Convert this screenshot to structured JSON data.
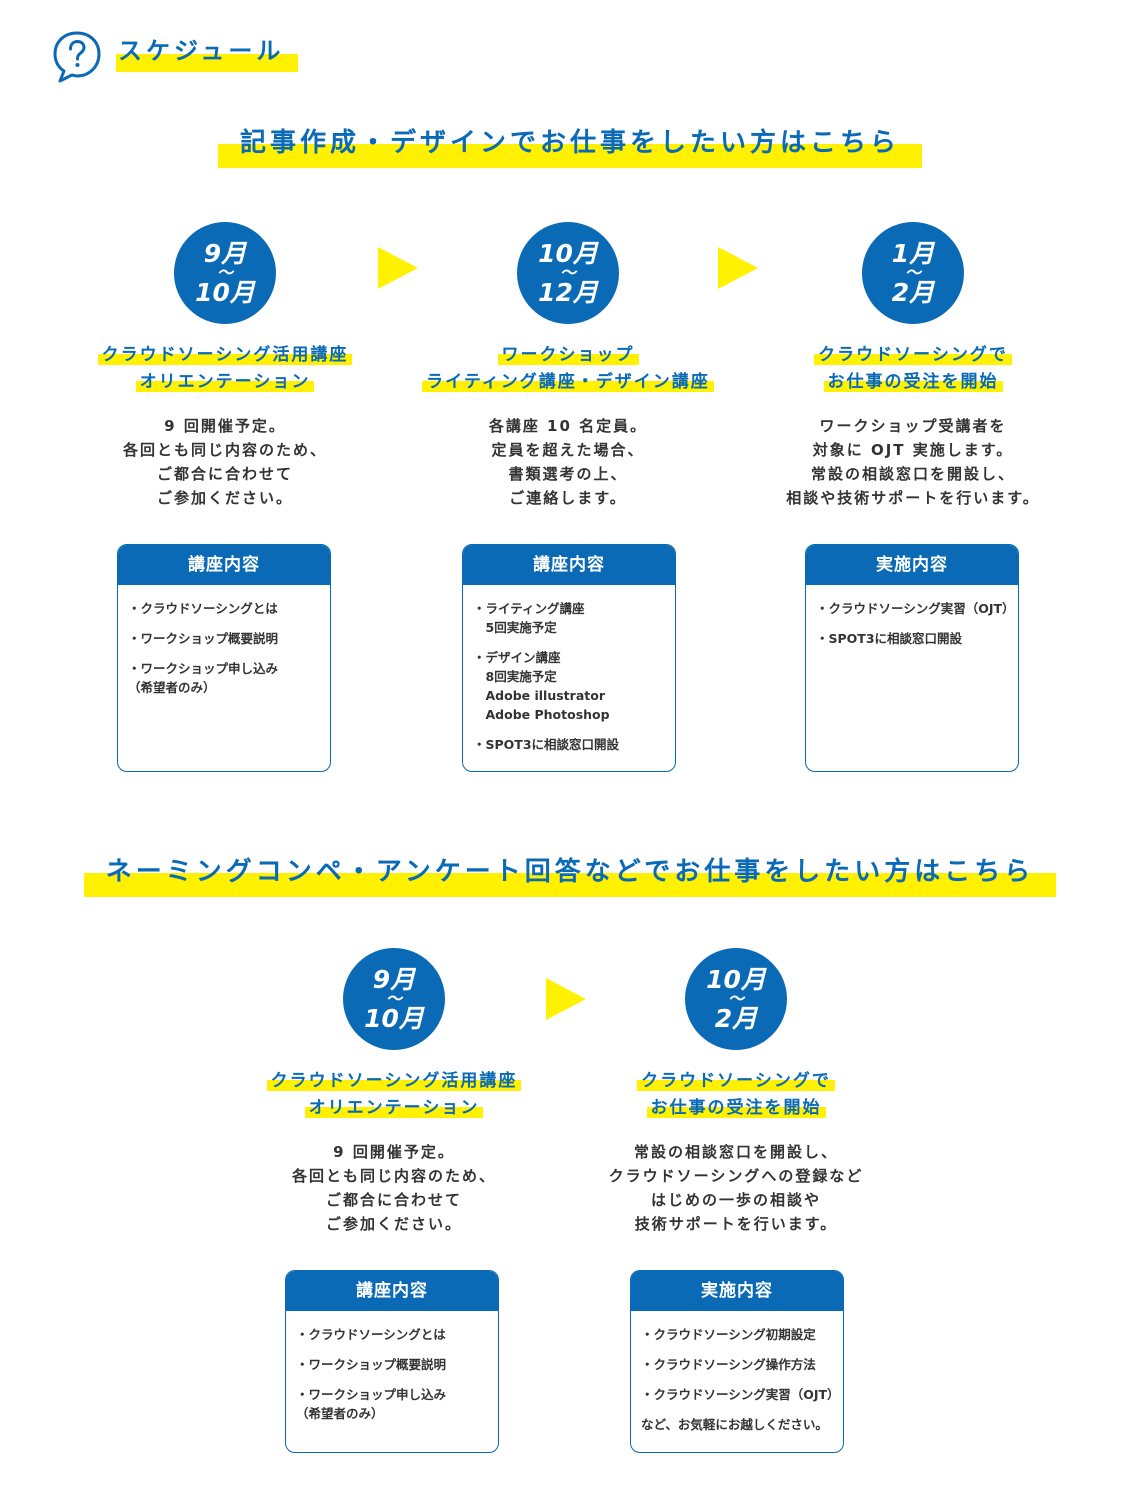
{
  "header": {
    "title": "スケジュール",
    "icon": "question-bubble-icon"
  },
  "colors": {
    "brand_blue": "#0a6ab6",
    "highlight_yellow": "#fff100"
  },
  "sections": [
    {
      "title": "記事作成・デザインでお仕事をしたい方はこちら",
      "steps": [
        {
          "period_start": "9月",
          "tilde": "〜",
          "period_end": "10月",
          "subtitle_lines": [
            "クラウドソーシング活用講座",
            "オリエンテーション"
          ],
          "description": "9 回開催予定。\n各回とも同じ内容のため、\nご都合に合わせて\nご参加ください。",
          "box_title": "講座内容",
          "box_items": [
            "・クラウドソーシングとは",
            "・ワークショップ概要説明",
            "・ワークショップ申し込み\n（希望者のみ）"
          ]
        },
        {
          "period_start": "10月",
          "tilde": "〜",
          "period_end": "12月",
          "subtitle_lines": [
            "ワークショップ",
            "ライティング講座・デザイン講座"
          ],
          "description": "各講座 10 名定員。\n定員を超えた場合、\n書類選考の上、\nご連絡します。",
          "box_title": "講座内容",
          "box_items": [
            "・ライティング講座\n　5回実施予定",
            "・デザイン講座\n　8回実施予定\n　Adobe illustrator\n　Adobe Photoshop",
            "・SPOT3に相談窓口開設"
          ]
        },
        {
          "period_start": "1月",
          "tilde": "〜",
          "period_end": "2月",
          "subtitle_lines": [
            "クラウドソーシングで",
            "お仕事の受注を開始"
          ],
          "description": "ワークショップ受講者を\n対象に OJT 実施します。\n常設の相談窓口を開設し、\n相談や技術サポートを行います。",
          "box_title": "実施内容",
          "box_items": [
            "・クラウドソーシング実習（OJT）",
            "・SPOT3に相談窓口開設"
          ]
        }
      ]
    },
    {
      "title": "ネーミングコンペ・アンケート回答などでお仕事をしたい方はこちら",
      "steps": [
        {
          "period_start": "9月",
          "tilde": "〜",
          "period_end": "10月",
          "subtitle_lines": [
            "クラウドソーシング活用講座",
            "オリエンテーション"
          ],
          "description": "9 回開催予定。\n各回とも同じ内容のため、\nご都合に合わせて\nご参加ください。",
          "box_title": "講座内容",
          "box_items": [
            "・クラウドソーシングとは",
            "・ワークショップ概要説明",
            "・ワークショップ申し込み\n（希望者のみ）"
          ]
        },
        {
          "period_start": "10月",
          "tilde": "〜",
          "period_end": "2月",
          "subtitle_lines": [
            "クラウドソーシングで",
            "お仕事の受注を開始"
          ],
          "description": "常設の相談窓口を開設し、\nクラウドソーシングへの登録など\nはじめの一歩の相談や\n技術サポートを行います。",
          "box_title": "実施内容",
          "box_items": [
            "・クラウドソーシング初期設定",
            "・クラウドソーシング操作方法",
            "・クラウドソーシング実習（OJT）",
            "など、お気軽にお越しください。"
          ]
        }
      ]
    }
  ]
}
